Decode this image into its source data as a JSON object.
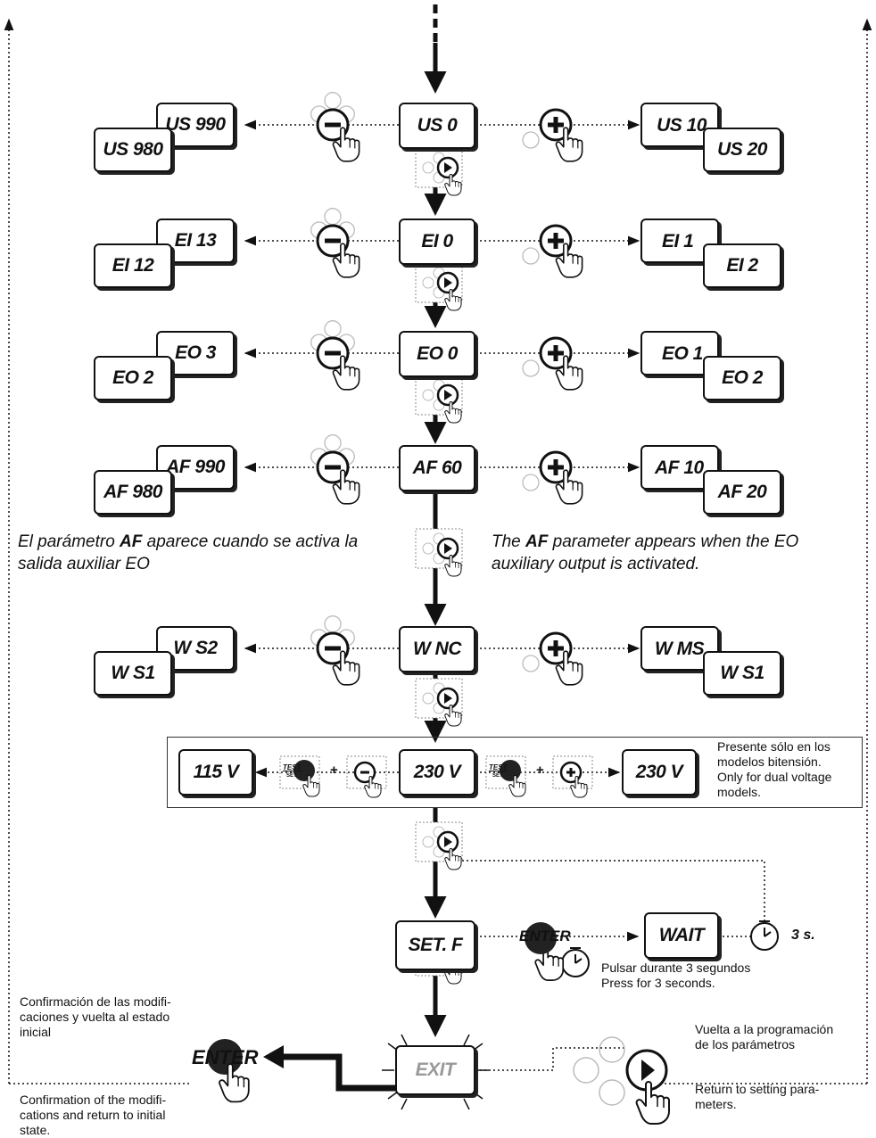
{
  "rows": [
    {
      "center": "US 0",
      "left_back": "US 990",
      "left_front": "US 980",
      "right_back": "US 10",
      "right_front": "US 20"
    },
    {
      "center": "EI 0",
      "left_back": "EI 13",
      "left_front": "EI 12",
      "right_back": "EI 1",
      "right_front": "EI 2"
    },
    {
      "center": "EO 0",
      "left_back": "EO 3",
      "left_front": "EO 2",
      "right_back": "EO 1",
      "right_front": "EO 2"
    },
    {
      "center": "AF 60",
      "left_back": "AF 990",
      "left_front": "AF 980",
      "right_back": "AF 10",
      "right_front": "AF 20"
    },
    {
      "center": "W NC",
      "left_back": "W S2",
      "left_front": "W S1",
      "right_back": "W MS",
      "right_front": "W S1"
    }
  ],
  "notes": {
    "af_es_pre": "El parámetro ",
    "af_es_bold": "AF",
    "af_es_post": " aparece cuando se activa la",
    "af_es_line2": "salida auxiliar EO",
    "af_en_pre": "The ",
    "af_en_bold": "AF",
    "af_en_post": " parameter appears when the EO",
    "af_en_line2": "auxiliary output is activated."
  },
  "voltage": {
    "left": "115 V",
    "center": "230 V",
    "right": "230 V",
    "test_label": "TEST",
    "set_label": "SET",
    "plus": "+",
    "note": [
      "Presente sólo en los",
      "modelos bitensión.",
      "Only for dual voltage",
      "models."
    ]
  },
  "setf": {
    "display": "SET. F",
    "wait": "WAIT",
    "enter_label": "ENTER",
    "time": "3 s.",
    "press_es": "Pulsar durante 3 segundos",
    "press_en": "Press for 3 seconds."
  },
  "exit": {
    "display": "EXIT",
    "enter_label": "ENTER",
    "confirm_es": [
      "Confirmación de las modifi-",
      "caciones y vuelta al estado",
      "inicial"
    ],
    "confirm_en": [
      "Confirmation of the modifi-",
      "cations and return to initial",
      "state."
    ],
    "back_es": [
      "Vuelta a la programación",
      "de los parámetros"
    ],
    "back_en": [
      "Return to setting para-",
      "meters."
    ]
  },
  "icons": [
    "minus-button-icon",
    "plus-button-icon",
    "next-button-icon",
    "hand-pointer-icon",
    "clock-icon",
    "enter-button-icon",
    "test-set-button-icon"
  ]
}
